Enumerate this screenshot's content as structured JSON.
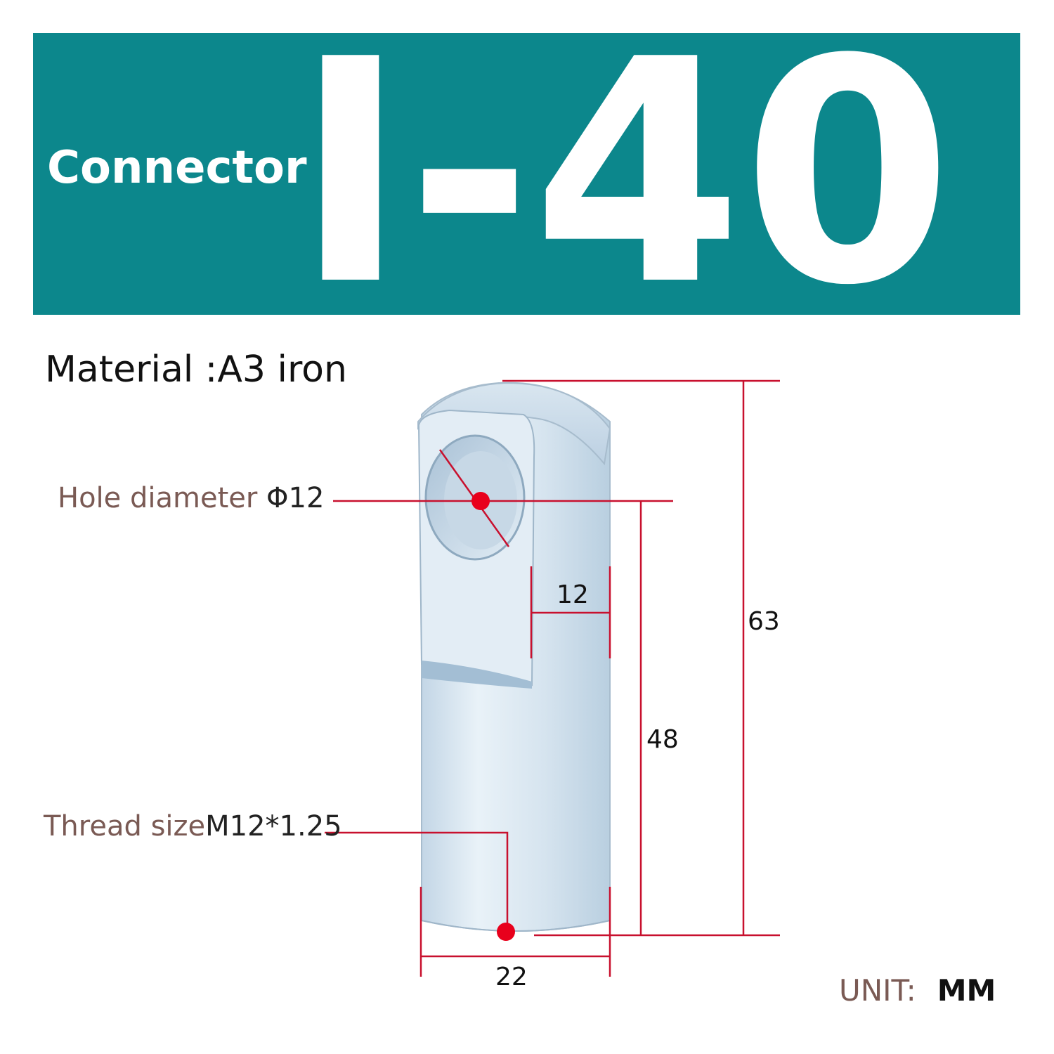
{
  "banner": {
    "subtitle": "Connector",
    "model": "I-40",
    "color": "#0c878c"
  },
  "material": {
    "label": "Material :",
    "value": "A3 iron"
  },
  "callouts": {
    "hole_label": "Hole diameter ",
    "hole_value": "Φ12",
    "thread_label": "Thread size",
    "thread_value": "M12*1.25"
  },
  "dimensions": {
    "total_length": "63",
    "hole_to_base": "48",
    "slot_width": "12",
    "body_width": "22"
  },
  "unit": {
    "label": "UNIT:",
    "value": "MM"
  },
  "colors": {
    "dimension_line": "#c8102e",
    "marker": "#e8001c",
    "part_metal": "#d9e6f0"
  }
}
